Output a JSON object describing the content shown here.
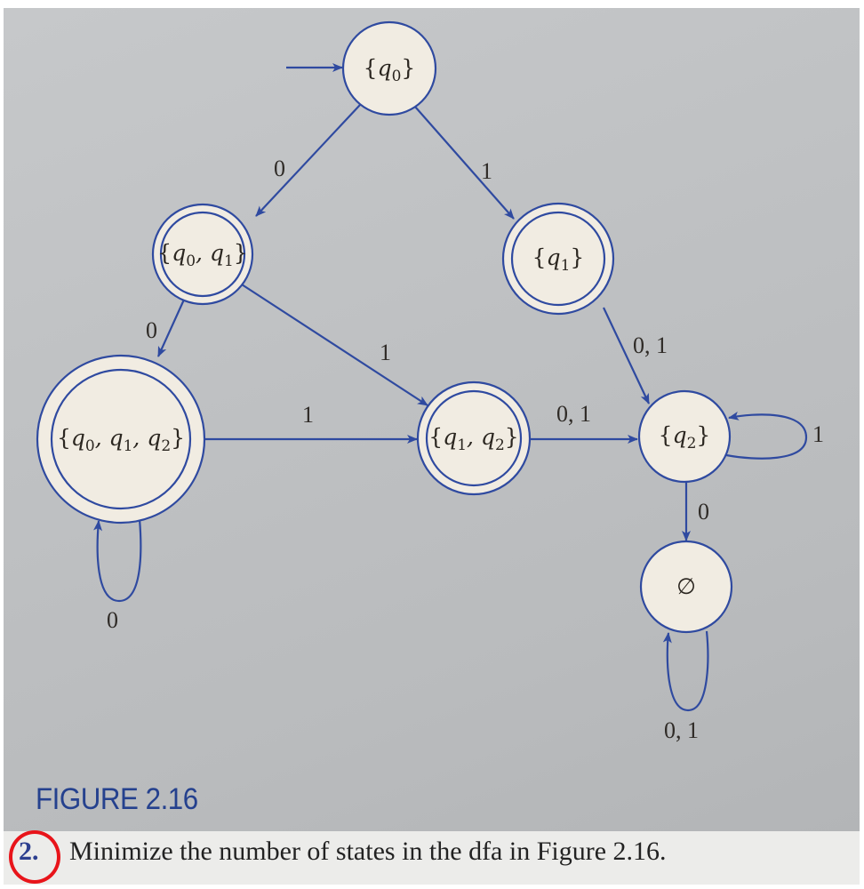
{
  "figure": {
    "caption": "FIGURE 2.16",
    "caption_color": "#25418e",
    "line_color": "#2f4aa0",
    "node_fill": "#f1ece2"
  },
  "nodes": [
    {
      "id": "q0",
      "label": "{q0}",
      "start": true,
      "final": false
    },
    {
      "id": "q0q1",
      "label": "{q0, q1}",
      "start": false,
      "final": true
    },
    {
      "id": "q1",
      "label": "{q1}",
      "start": false,
      "final": true
    },
    {
      "id": "q0q1q2",
      "label": "{q0, q1, q2}",
      "start": false,
      "final": true
    },
    {
      "id": "q1q2",
      "label": "{q1, q2}",
      "start": false,
      "final": true
    },
    {
      "id": "q2",
      "label": "{q2}",
      "start": false,
      "final": false
    },
    {
      "id": "empty",
      "label": "∅",
      "start": false,
      "final": false
    }
  ],
  "edges": [
    {
      "from": "q0",
      "to": "q0q1",
      "label": "0"
    },
    {
      "from": "q0",
      "to": "q1",
      "label": "1"
    },
    {
      "from": "q0q1",
      "to": "q0q1q2",
      "label": "0"
    },
    {
      "from": "q0q1",
      "to": "q1q2",
      "label": "1"
    },
    {
      "from": "q1",
      "to": "q2",
      "label": "0, 1"
    },
    {
      "from": "q0q1q2",
      "to": "q1q2",
      "label": "1"
    },
    {
      "from": "q0q1q2",
      "to": "q0q1q2",
      "label": "0"
    },
    {
      "from": "q1q2",
      "to": "q2",
      "label": "0, 1"
    },
    {
      "from": "q2",
      "to": "q2",
      "label": "1"
    },
    {
      "from": "q2",
      "to": "empty",
      "label": "0"
    },
    {
      "from": "empty",
      "to": "empty",
      "label": "0, 1"
    }
  ],
  "exercise": {
    "number": "2.",
    "text": "Minimize the number of states in the dfa in Figure 2.16.",
    "highlight_color": "#e8141a"
  }
}
